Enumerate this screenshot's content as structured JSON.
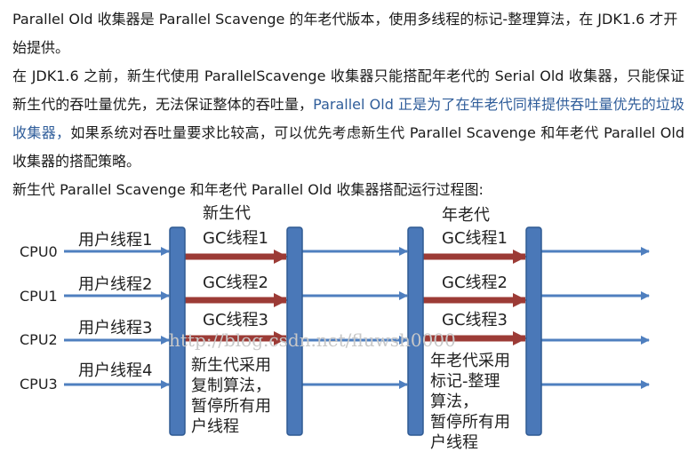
{
  "text": {
    "p1": "Parallel Old 收集器是 Parallel Scavenge 的年老代版本，使用多线程的标记-整理算法，在 JDK1.6 才开始提供。",
    "p2_part1": "在 JDK1.6 之前，新生代使用 ParallelScavenge 收集器只能搭配年老代的 Serial Old 收集器，只能保证新生代的吞吐量优先，无法保证整体的吞吐量，",
    "p2_highlight": "Parallel Old 正是为了在年老代同样提供吞吐量优先的垃圾收集器，",
    "p2_part2": "如果系统对吞吐量要求比较高，可以优先考虑新生代 Parallel Scavenge 和年老代 Parallel Old 收集器的搭配策略。",
    "p3": "新生代 Parallel Scavenge 和年老代 Parallel Old 收集器搭配运行过程图:"
  },
  "diagram": {
    "cpus": [
      "CPU0",
      "CPU1",
      "CPU2",
      "CPU3"
    ],
    "user_threads": [
      "用户线程1",
      "用户线程2",
      "用户线程3",
      "用户线程4"
    ],
    "young_title": "新生代",
    "young_gc": [
      "GC线程1",
      "GC线程2",
      "GC线程3"
    ],
    "young_note": [
      "新生代采用",
      "复制算法，",
      "暂停所有用",
      "户线程"
    ],
    "old_title": "年老代",
    "old_gc": [
      "GC线程1",
      "GC线程2",
      "GC线程3"
    ],
    "old_note": [
      "年老代采用",
      "标记-整理",
      "算法，",
      "暂停所有用",
      "户线程"
    ],
    "watermark": "http://blog.csdn.net/fluwsh0000",
    "colors": {
      "blue_line": "#4f7fbf",
      "blue_bar": "#4a78b8",
      "bar_border": "#2f5a92",
      "gc_arrow": "#9c3b36",
      "highlight_text": "#2f5d9a"
    }
  }
}
